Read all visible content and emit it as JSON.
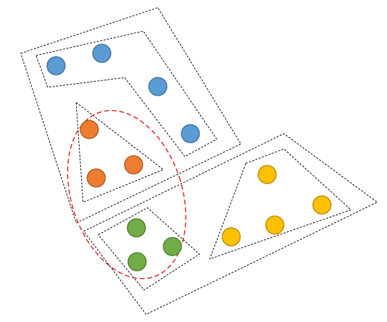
{
  "diagram": {
    "colors": {
      "background": "#ffffff",
      "outline": "#000000",
      "ellipse": "#e02020",
      "blue_fill": "#5b9bd5",
      "blue_stroke": "#41719c",
      "orange_fill": "#ed7d31",
      "orange_stroke": "#ae5a21",
      "green_fill": "#70ad47",
      "green_stroke": "#507e32",
      "yellow_fill": "#ffc000",
      "yellow_stroke": "#bc8c00"
    },
    "clusters": [
      {
        "name": "blue",
        "count": 4
      },
      {
        "name": "orange",
        "count": 3
      },
      {
        "name": "green",
        "count": 3
      },
      {
        "name": "yellow",
        "count": 4
      }
    ],
    "grouping": {
      "outer_groups": 2,
      "highlighted_clusters": [
        "orange",
        "green"
      ]
    }
  }
}
